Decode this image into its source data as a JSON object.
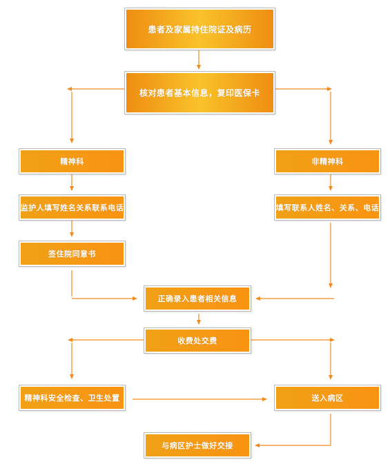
{
  "steps": {
    "start": "患者及家属持住院证及病历",
    "verify": "核对患者基本信息，复印医保卡",
    "psych": "精神科",
    "nonpsych": "非精神科",
    "guardian": "监护人填写姓名关系联系电话",
    "contact": "填写联系人姓名、关系、电话",
    "consent": "签住院同意书",
    "record": "正确录入患者相关信息",
    "payment": "收费处交费",
    "safety": "精神科安全检查、卫生处置",
    "ward": "送入病区",
    "handover": "与病区护士做好交接"
  },
  "colors": {
    "line": "#f08a1c",
    "box_edge": "#ef8d12",
    "box_center": "#f9c32a",
    "box_border": "#b9b9b9"
  }
}
